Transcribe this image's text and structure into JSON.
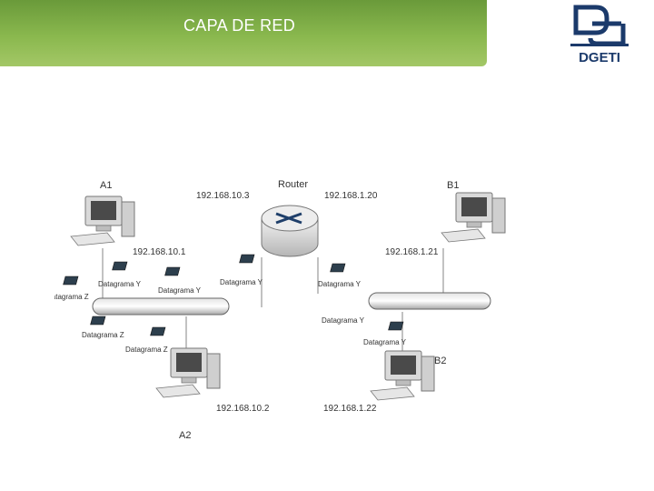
{
  "header": {
    "title": "CAPA DE RED"
  },
  "logo": {
    "text": "DGETI",
    "color": "#1b3a6b"
  },
  "colors": {
    "banner": "#8ab84e",
    "line": "#9a9a9a",
    "text": "#333333"
  },
  "diagram": {
    "router": {
      "label": "Router",
      "ip_left": "192.168.10.3",
      "ip_right": "192.168.1.20"
    },
    "hosts": {
      "a1": {
        "name": "A1",
        "ip": "192.168.10.1"
      },
      "a2": {
        "name": "A2",
        "ip": "192.168.10.2"
      },
      "b1": {
        "name": "B1",
        "ip": "192.168.1.21"
      },
      "b2": {
        "name": "B2",
        "ip": "192.168.1.22"
      }
    },
    "datagrams": {
      "y1": "Datagrama Y",
      "y2": "Datagrama Y",
      "y3": "Datagrama Y",
      "y4": "Datagrama Y",
      "y5": "Datagrama Y",
      "y6": "Datagrama Y",
      "z1": "Datagrama Z",
      "z2": "Datagrama Z",
      "z3": "Datagrama Z"
    }
  }
}
